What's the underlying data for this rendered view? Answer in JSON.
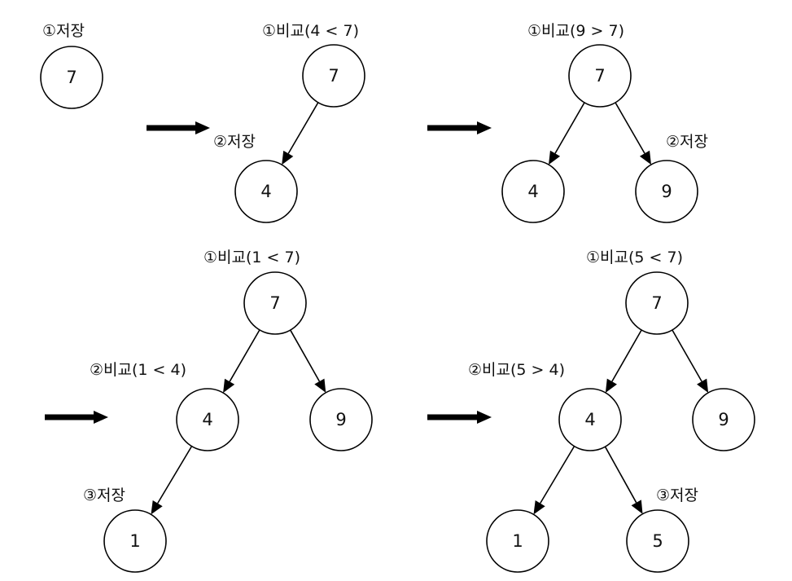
{
  "diagram": {
    "steps": [
      {
        "nodes": [
          {
            "id": "s1n7",
            "value": "7"
          }
        ],
        "edges": [],
        "annotations": [
          {
            "id": "s1a1",
            "text": "①저장"
          }
        ]
      },
      {
        "nodes": [
          {
            "id": "s2n7",
            "value": "7"
          },
          {
            "id": "s2n4",
            "value": "4"
          }
        ],
        "edges": [
          {
            "from": "s2n7",
            "to": "s2n4"
          }
        ],
        "annotations": [
          {
            "id": "s2a1",
            "text": "①비교(4 < 7)"
          },
          {
            "id": "s2a2",
            "text": "②저장"
          }
        ]
      },
      {
        "nodes": [
          {
            "id": "s3n7",
            "value": "7"
          },
          {
            "id": "s3n4",
            "value": "4"
          },
          {
            "id": "s3n9",
            "value": "9"
          }
        ],
        "edges": [
          {
            "from": "s3n7",
            "to": "s3n4"
          },
          {
            "from": "s3n7",
            "to": "s3n9"
          }
        ],
        "annotations": [
          {
            "id": "s3a1",
            "text": "①비교(9 > 7)"
          },
          {
            "id": "s3a2",
            "text": "②저장"
          }
        ]
      },
      {
        "nodes": [
          {
            "id": "s4n7",
            "value": "7"
          },
          {
            "id": "s4n4",
            "value": "4"
          },
          {
            "id": "s4n9",
            "value": "9"
          },
          {
            "id": "s4n1",
            "value": "1"
          }
        ],
        "edges": [
          {
            "from": "s4n7",
            "to": "s4n4"
          },
          {
            "from": "s4n7",
            "to": "s4n9"
          },
          {
            "from": "s4n4",
            "to": "s4n1"
          }
        ],
        "annotations": [
          {
            "id": "s4a1",
            "text": "①비교(1 < 7)"
          },
          {
            "id": "s4a2",
            "text": "②비교(1 < 4)"
          },
          {
            "id": "s4a3",
            "text": "③저장"
          }
        ]
      },
      {
        "nodes": [
          {
            "id": "s5n7",
            "value": "7"
          },
          {
            "id": "s5n4",
            "value": "4"
          },
          {
            "id": "s5n9",
            "value": "9"
          },
          {
            "id": "s5n1",
            "value": "1"
          },
          {
            "id": "s5n5",
            "value": "5"
          }
        ],
        "edges": [
          {
            "from": "s5n7",
            "to": "s5n4"
          },
          {
            "from": "s5n7",
            "to": "s5n9"
          },
          {
            "from": "s5n4",
            "to": "s5n1"
          },
          {
            "from": "s5n4",
            "to": "s5n5"
          }
        ],
        "annotations": [
          {
            "id": "s5a1",
            "text": "①비교(5 < 7)"
          },
          {
            "id": "s5a2",
            "text": "②비교(5 > 4)"
          },
          {
            "id": "s5a3",
            "text": "③저장"
          }
        ]
      }
    ]
  }
}
